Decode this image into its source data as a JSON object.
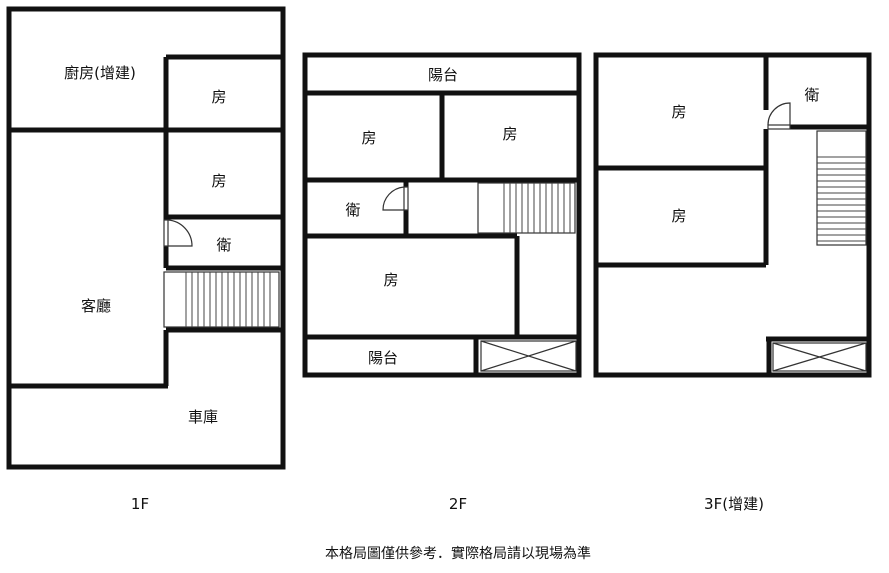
{
  "floor1": {
    "caption": "1F",
    "rooms": {
      "kitchen": "廚房(增建)",
      "room_a": "房",
      "room_b": "房",
      "bath": "衛",
      "living": "客廳",
      "garage": "車庫"
    }
  },
  "floor2": {
    "caption": "2F",
    "rooms": {
      "balcony_top": "陽台",
      "room_a": "房",
      "room_b": "房",
      "bath": "衛",
      "room_c": "房",
      "balcony_bottom": "陽台"
    }
  },
  "floor3": {
    "caption": "3F(增建)",
    "rooms": {
      "room_a": "房",
      "bath": "衛",
      "room_b": "房"
    }
  },
  "footnote": "本格局圖僅供參考．實際格局請以現場為準"
}
